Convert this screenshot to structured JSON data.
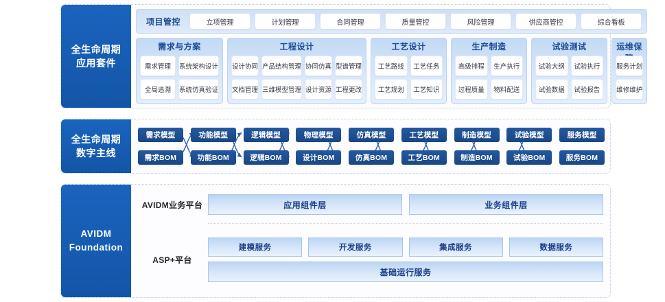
{
  "bands": {
    "application_suite": {
      "side_label_line1": "全生命周期",
      "side_label_line2": "应用套件",
      "project_control": {
        "title": "项目管控",
        "items": [
          "立项管理",
          "计划管理",
          "合同管理",
          "质量管控",
          "风险管理",
          "供应商管控",
          "综合看板"
        ]
      },
      "sections": [
        {
          "title": "需求与方案",
          "rows": [
            [
              "需求管理",
              "系统架构设计"
            ],
            [
              "全局追溯",
              "系统仿真验证"
            ]
          ]
        },
        {
          "title": "工程设计",
          "rows": [
            [
              "设计协同",
              "产品结构管理",
              "协同仿真",
              "型谱管理"
            ],
            [
              "文档管理",
              "三维模型管理",
              "设计资源",
              "工程更改"
            ]
          ]
        },
        {
          "title": "工艺设计",
          "rows": [
            [
              "工艺路线",
              "工艺任务"
            ],
            [
              "工艺规划",
              "工艺知识"
            ]
          ]
        },
        {
          "title": "生产制造",
          "rows": [
            [
              "高级排程",
              "生产执行"
            ],
            [
              "过程质量",
              "物料配送"
            ]
          ]
        },
        {
          "title": "试验测试",
          "rows": [
            [
              "试验大纲",
              "试验执行"
            ],
            [
              "试验数据",
              "试验报告"
            ]
          ]
        },
        {
          "title": "运维保障",
          "rows": [
            [
              "服务计划"
            ],
            [
              "维修维护"
            ]
          ]
        }
      ]
    },
    "digital_thread": {
      "side_label_line1": "全生命周期",
      "side_label_line2": "数字主线",
      "stages": [
        {
          "model": "需求模型",
          "bom": "需求BOM"
        },
        {
          "model": "功能模型",
          "bom": "功能BOM"
        },
        {
          "model": "逻辑模型",
          "bom": "逻辑BOM"
        },
        {
          "model": "物理模型",
          "bom": "设计BOM"
        },
        {
          "model": "仿真模型",
          "bom": "仿真BOM"
        },
        {
          "model": "工艺模型",
          "bom": "工艺BOM"
        },
        {
          "model": "制造模型",
          "bom": "制造BOM"
        },
        {
          "model": "试验模型",
          "bom": "试验BOM"
        },
        {
          "model": "服务模型",
          "bom": "服务BOM"
        }
      ]
    },
    "foundation": {
      "side_label_line1": "AVIDM",
      "side_label_line2": "Foundation",
      "business_platform": {
        "label": "AVIDM业务平台",
        "layers": [
          "应用组件层",
          "业务组件层"
        ]
      },
      "asp_platform": {
        "label": "ASP+平台",
        "services": [
          "建模服务",
          "开发服务",
          "集成服务",
          "数据服务"
        ],
        "base_service": "基础运行服务"
      }
    }
  },
  "colors": {
    "brand_blue": "#1a63bd",
    "brand_blue_dark": "#1356a8",
    "thread_navy": "#24589f",
    "section_fill": "#c3d9f5",
    "title_blue": "#1a4a94"
  }
}
